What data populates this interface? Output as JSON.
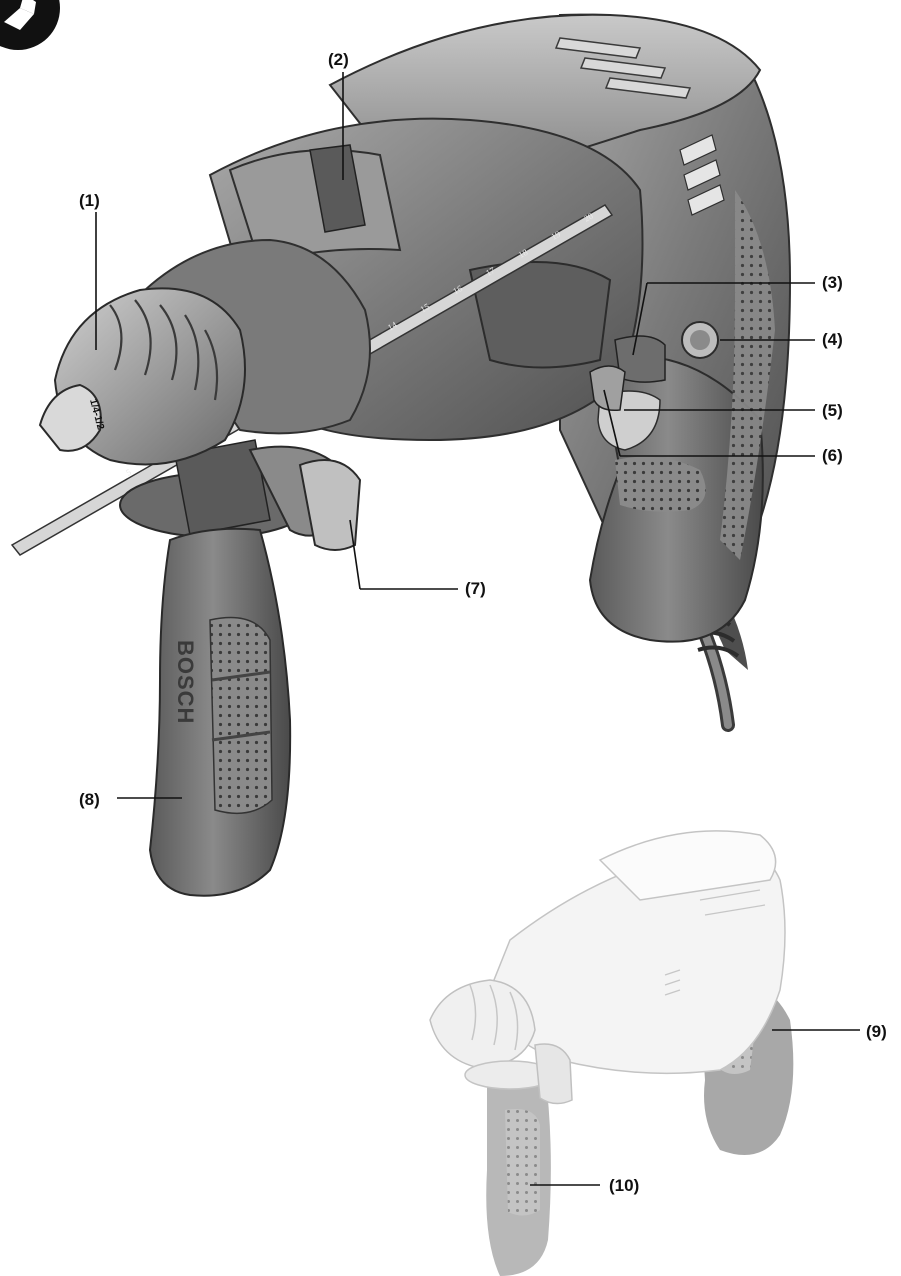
{
  "callouts": [
    {
      "id": "c1",
      "label": "(1)"
    },
    {
      "id": "c2",
      "label": "(2)"
    },
    {
      "id": "c3",
      "label": "(3)"
    },
    {
      "id": "c4",
      "label": "(4)"
    },
    {
      "id": "c5",
      "label": "(5)"
    },
    {
      "id": "c6",
      "label": "(6)"
    },
    {
      "id": "c7",
      "label": "(7)"
    },
    {
      "id": "c8",
      "label": "(8)"
    },
    {
      "id": "c9",
      "label": "(9)"
    },
    {
      "id": "c10",
      "label": "(10)"
    }
  ],
  "depth_gauge_scale": [
    "5",
    "6",
    "7",
    "8",
    "9",
    "10",
    "12",
    "13",
    "14",
    "15",
    "16",
    "17",
    "18",
    "19",
    "20"
  ],
  "chuck_marking": "1/4-1/2",
  "handle_brand": "BOSCH",
  "colors": {
    "body_dark": "#6a6a6a",
    "body_mid": "#8c8c8c",
    "body_light": "#b5b5b5",
    "body_shadow": "#3c3c3c",
    "ghost_light": "#f2f2f2",
    "ghost_grey": "#b0b0b0",
    "leader": "#111111"
  },
  "icons": [
    "book-symbol-icon"
  ]
}
